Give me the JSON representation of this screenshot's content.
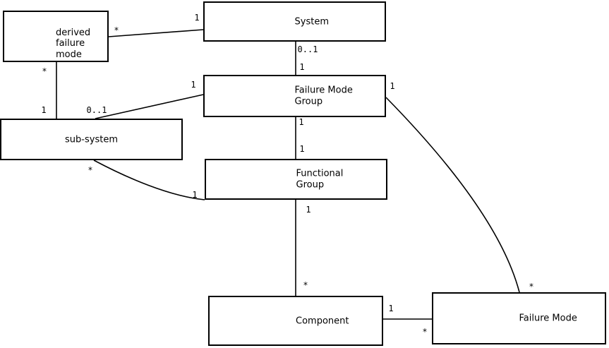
{
  "diagram": {
    "background_color": "#ffffff",
    "line_color": "#000000",
    "entities": [
      {
        "id": "derived-failure-mode",
        "label": "derived\nfailure\nmode"
      },
      {
        "id": "system",
        "label": "System"
      },
      {
        "id": "failure-mode-group",
        "label": "Failure Mode\nGroup"
      },
      {
        "id": "sub-system",
        "label": "sub-system"
      },
      {
        "id": "functional-group",
        "label": "Functional\nGroup"
      },
      {
        "id": "component",
        "label": "Component"
      },
      {
        "id": "failure-mode",
        "label": "Failure Mode"
      }
    ],
    "edges": [
      {
        "from": "system",
        "to": "derived-failure-mode",
        "from_label": "1",
        "to_label": "*"
      },
      {
        "from": "system",
        "to": "failure-mode-group",
        "from_label": "0..1",
        "to_label": "1"
      },
      {
        "from": "derived-failure-mode",
        "to": "sub-system",
        "from_label": "*",
        "to_label": "1"
      },
      {
        "from": "sub-system",
        "to": "failure-mode-group",
        "from_label": "0..1",
        "to_label": "1"
      },
      {
        "from": "failure-mode-group",
        "to": "functional-group",
        "from_label": "1",
        "to_label": "1"
      },
      {
        "from": "sub-system",
        "to": "functional-group",
        "from_label": "*",
        "to_label": "1"
      },
      {
        "from": "functional-group",
        "to": "component",
        "from_label": "1",
        "to_label": "*"
      },
      {
        "from": "component",
        "to": "failure-mode",
        "from_label": "1",
        "to_label": "*"
      },
      {
        "from": "failure-mode-group",
        "to": "failure-mode",
        "from_label": "1",
        "to_label": "*"
      }
    ]
  }
}
